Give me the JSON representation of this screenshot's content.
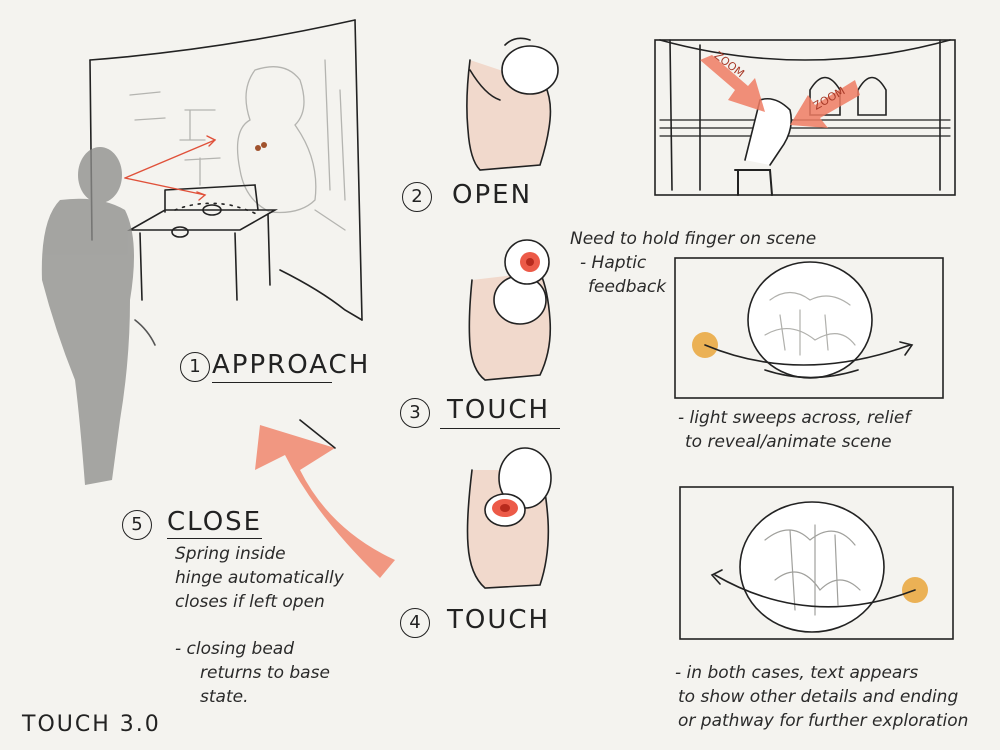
{
  "title": "TOUCH 3.0",
  "steps": {
    "approach": {
      "num": "1",
      "label": "APPROACH"
    },
    "open": {
      "num": "2",
      "label": "OPEN"
    },
    "touch3": {
      "num": "3",
      "label": "TOUCH"
    },
    "touch4": {
      "num": "4",
      "label": "TOUCH"
    },
    "close": {
      "num": "5",
      "label": "CLOSE"
    }
  },
  "notes": {
    "hold_1": "Need to hold finger on scene",
    "hold_2": "- Haptic",
    "hold_3": "feedback",
    "sweep_1": "- light sweeps across, relief",
    "sweep_2": "to reveal/animate scene",
    "both_1": "- in both cases, text appears",
    "both_2": "to show other details and ending",
    "both_3": "or pathway for further exploration",
    "spring_1": "Spring inside",
    "spring_2": "hinge automatically",
    "spring_3": "closes if left open",
    "closing_1": "- closing bead",
    "closing_2": "returns to base",
    "closing_3": "state."
  },
  "zoom_labels": [
    "ZOOM",
    "ZOOM"
  ],
  "colors": {
    "ink": "#222222",
    "accent": "#e8826a",
    "amber": "#e9a53a",
    "shadow": "#8a8a88"
  }
}
